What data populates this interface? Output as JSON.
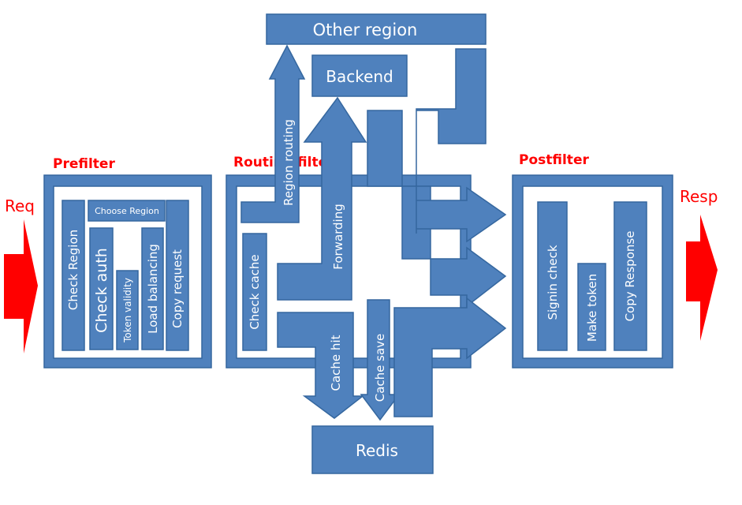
{
  "side_labels": {
    "request": "Req",
    "response": "Resp"
  },
  "groups": {
    "prefilter": "Prefilter",
    "routing": "Routing filter",
    "postfilter": "Postfilter"
  },
  "prefilter": {
    "check_region": "Check Region",
    "choose_region": "Choose Region",
    "check_auth": "Check auth",
    "token_validity": "Token validity",
    "load_balancing": "Load balancing",
    "copy_request": "Copy request"
  },
  "routing": {
    "check_cache": "Check cache",
    "region_routing": "Region routing",
    "forwarding": "Forwarding",
    "cache_hit": "Cache hit",
    "cache_save": "Cache save"
  },
  "postfilter": {
    "signin_check": "Signin check",
    "make_token": "Make token",
    "copy_response": "Copy Response"
  },
  "services": {
    "other_region": "Other region",
    "backend": "Backend",
    "redis": "Redis"
  },
  "colors": {
    "box_fill": "#4f81bd",
    "box_stroke": "#35679f",
    "label_red": "#ff0000"
  }
}
